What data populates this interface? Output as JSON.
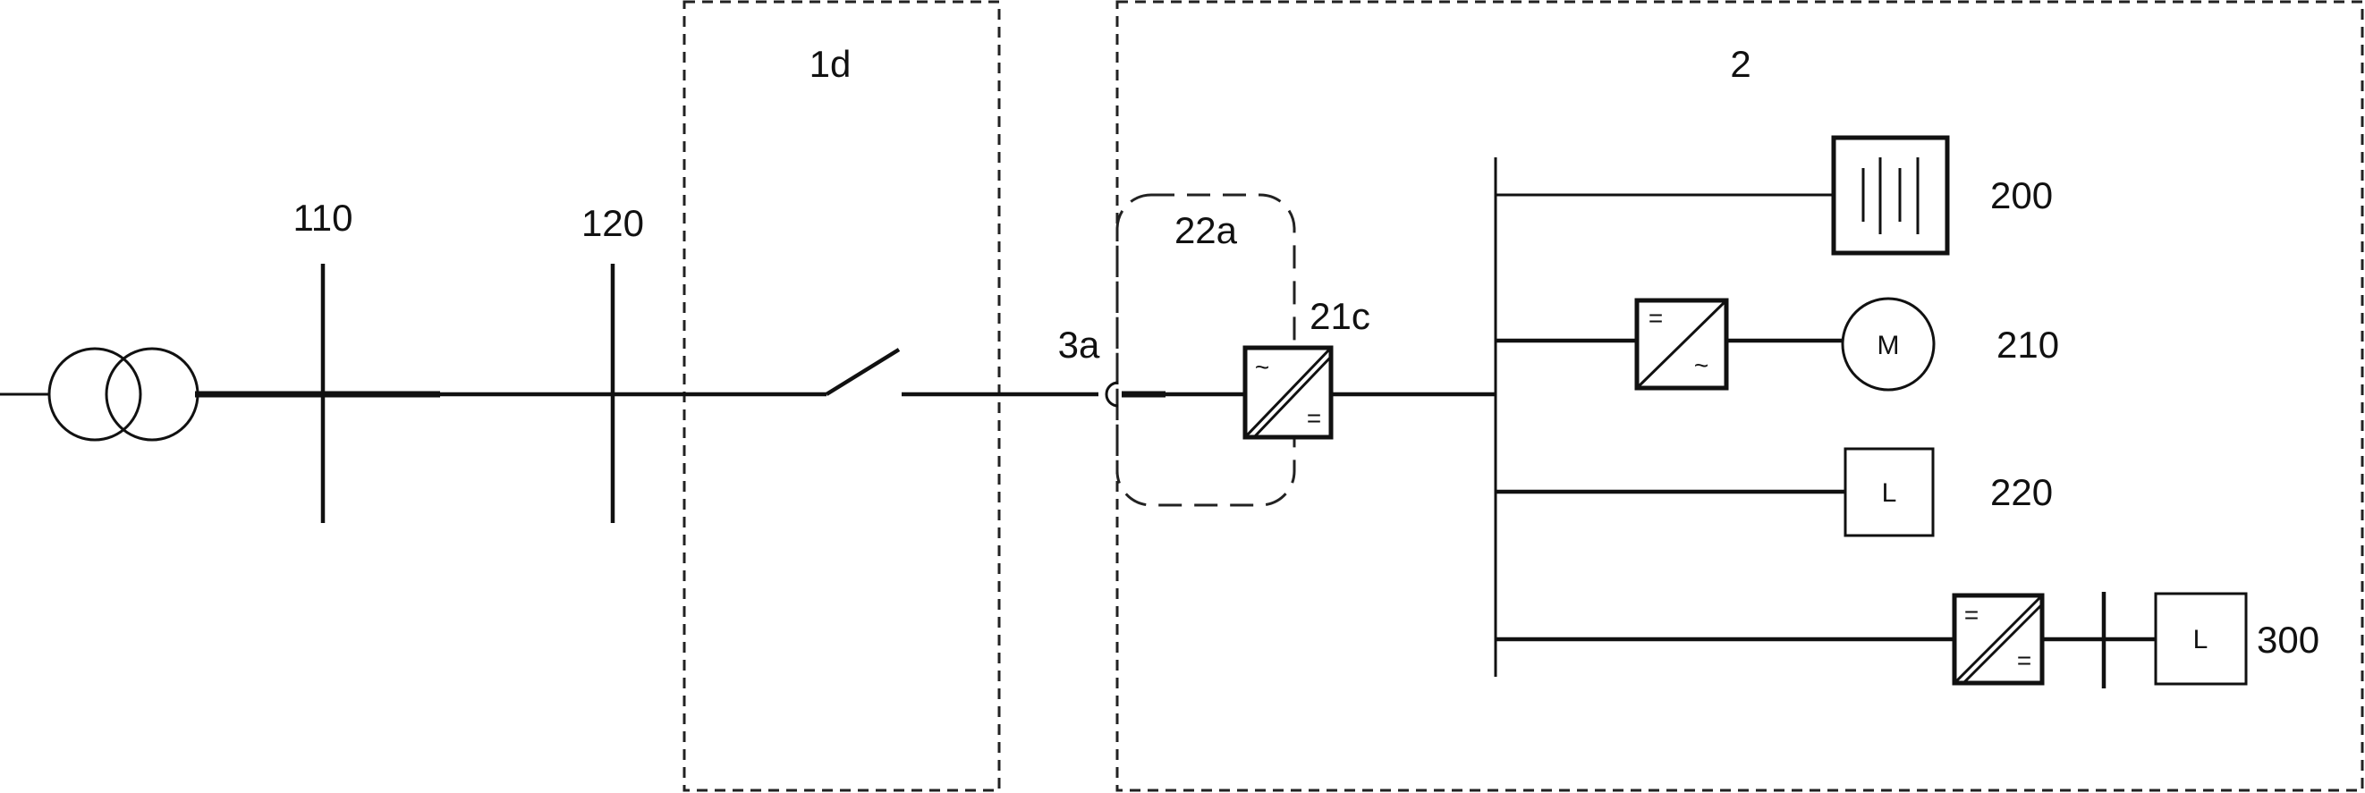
{
  "labels": {
    "bus_110": "110",
    "bus_120": "120",
    "region_1d": "1d",
    "region_2": "2",
    "region_22a": "22a",
    "converter_21c": "21c",
    "coupling_3a": "3a",
    "battery_200": "200",
    "motor_branch_210": "210",
    "load_branch_220": "220",
    "dc_load_branch_300": "300"
  },
  "symbols": {
    "ac": "~",
    "dc": "=",
    "motor": "M",
    "load": "L"
  }
}
